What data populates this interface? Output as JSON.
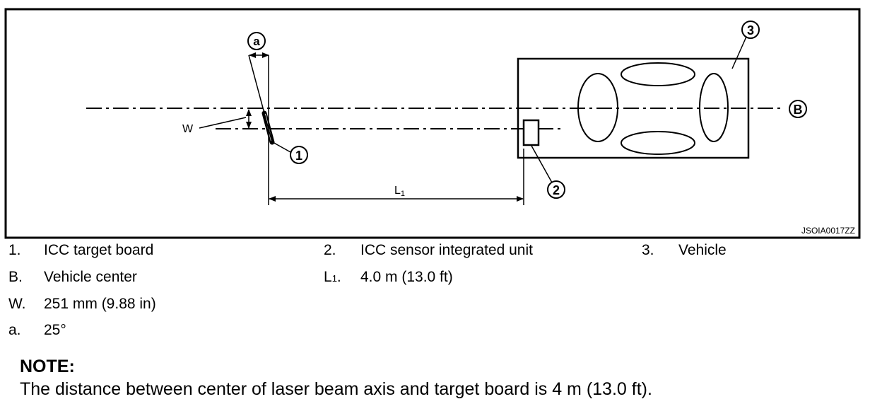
{
  "diagram": {
    "labels": {
      "angle_marker": "a",
      "board_callout": "1",
      "sensor_callout": "2",
      "vehicle_callout": "3",
      "center_marker": "B",
      "width_label": "W",
      "distance_label": "L",
      "distance_subscript": "1",
      "figure_id": "JSOIA0017ZZ"
    }
  },
  "legend": {
    "item1_key": "1.",
    "item1_text": "ICC target board",
    "item2_key": "2.",
    "item2_text": "ICC sensor integrated unit",
    "item3_key": "3.",
    "item3_text": "Vehicle",
    "itemB_key": "B.",
    "itemB_text": "Vehicle center",
    "itemL_key": "L",
    "itemL_sub": "1",
    "itemL_dot": ".",
    "itemL_text": "4.0 m (13.0 ft)",
    "itemW_key": "W.",
    "itemW_text": "251 mm (9.88 in)",
    "itema_key": "a.",
    "itema_text": "25°"
  },
  "note": {
    "title": "NOTE:",
    "text": "The distance between center of laser beam axis and target board is 4 m (13.0 ft)."
  }
}
